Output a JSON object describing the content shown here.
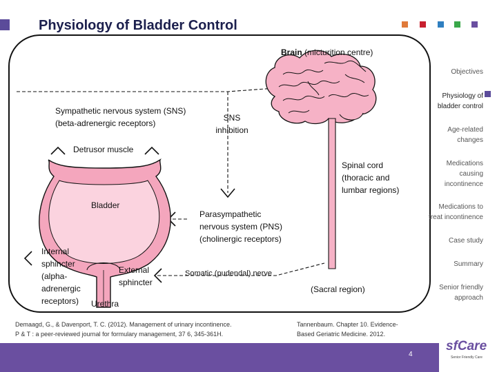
{
  "header": {
    "title": "Physiology of Bladder Control",
    "accent_colors": [
      "#e07a3a",
      "#c8202f",
      "#2f7fc0",
      "#3aa84a",
      "#6a4fa0"
    ]
  },
  "diagram": {
    "brain_title": "Brain",
    "brain_subtitle": "(micturition centre)",
    "sns_label": [
      "Sympathetic nervous system (SNS)",
      "(beta-adrenergic receptors)"
    ],
    "sns_inhibition": [
      "SNS",
      "inhibition"
    ],
    "detrusor": "Detrusor muscle",
    "bladder": "Bladder",
    "spinal_cord": [
      "Spinal cord",
      "(thoracic and",
      "lumbar regions)"
    ],
    "pns_label": [
      "Parasympathetic",
      "nervous system (PNS)",
      "(cholinergic receptors)"
    ],
    "internal_sphincter": [
      "Internal",
      "sphincter",
      "(alpha-",
      "adrenergic",
      "receptors)"
    ],
    "external_sphincter": [
      "External",
      "sphincter"
    ],
    "somatic_nerve": "Somatic (pudendal) nerve",
    "urethra": "Urethra",
    "sacral_region": "(Sacral region)",
    "colors": {
      "bladder_fill": "#f4a6bd",
      "bladder_inner": "#fbd3df",
      "brain_fill": "#f6b2c6",
      "outline": "#111111"
    }
  },
  "nav": {
    "items": [
      "Objectives",
      "Physiology of bladder control",
      "Age-related changes",
      "Medications causing incontinence",
      "Medications to treat incontinence",
      "Case study",
      "Summary",
      "Senior friendly approach"
    ],
    "active_index": 1
  },
  "references": {
    "left": [
      "Demaagd, G., & Davenport, T. C. (2012). Management of urinary incontinence.",
      "P & T : a peer-reviewed journal for formulary management, 37 6, 345-361H."
    ],
    "right": [
      "Tannenbaum. Chapter 10. Evidence-",
      "Based Geriatric Medicine. 2012."
    ]
  },
  "footer": {
    "page_number": "4",
    "logo_brand": "sfCare",
    "logo_tagline": "Senior Friendly Care",
    "bar_color": "#6a4fa0"
  }
}
